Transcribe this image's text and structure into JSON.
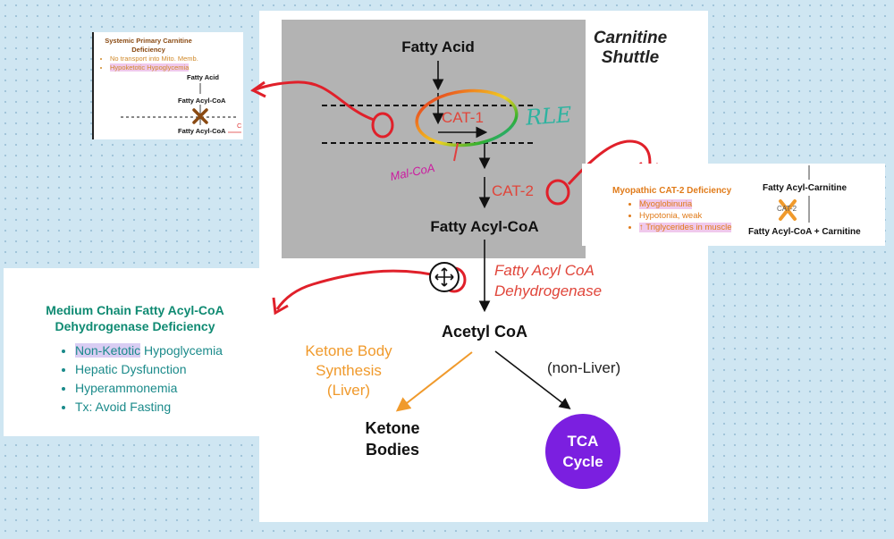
{
  "main": {
    "carnitine_title_1": "Carnitine",
    "carnitine_title_2": "Shuttle",
    "fatty_acid": "Fatty Acid",
    "cat1": "CAT-1",
    "cat2": "CAT-2",
    "fatty_acyl_coa": "Fatty Acyl-CoA",
    "enzyme_1": "Fatty Acyl CoA",
    "enzyme_2": "Dehydrogenase",
    "acetyl_coa": "Acetyl CoA",
    "ketone_synth_1": "Ketone Body",
    "ketone_synth_2": "Synthesis",
    "ketone_synth_3": "(Liver)",
    "non_liver": "(non-Liver)",
    "ketone_bodies_1": "Ketone",
    "ketone_bodies_2": "Bodies",
    "tca_1": "TCA",
    "tca_2": "Cycle"
  },
  "annotations": {
    "rle": "RLE",
    "malonyl": "Mal-CoA"
  },
  "thumb1": {
    "title_1": "Systemic Primary Carnitine",
    "title_2": "Deficiency",
    "bullet_1": "No transport into Mito. Memb.",
    "bullet_2": "Hypoketotic Hypoglycemia",
    "fatty_acid": "Fatty Acid",
    "fatty_acyl_coa_1": "Fatty Acyl-CoA",
    "fatty_acyl_coa_2": "Fatty Acyl-CoA",
    "cut_label": "C"
  },
  "thumb2": {
    "title": "Myopathic CAT-2 Deficiency",
    "bullet_1": "Myoglobinuria",
    "bullet_2": "Hypotonia, weak",
    "bullet_3": "↑ Triglycerides in muscle",
    "top": "Fatty Acyl-Carnitine",
    "cat2": "CAT-2",
    "bottom": "Fatty Acyl-CoA + Carnitine"
  },
  "thumb3": {
    "title_1": "Medium Chain Fatty Acyl-CoA",
    "title_2": "Dehydrogenase Deficiency",
    "bullet_1a": "Non-Ketotic",
    "bullet_1b": " Hypoglycemia",
    "bullet_2": "Hepatic Dysfunction",
    "bullet_3": "Hyperammonemia",
    "bullet_4": "Tx: Avoid Fasting"
  },
  "colors": {
    "red_annotation": "#e0202a",
    "enzyme_red": "#e0453a",
    "ketone_orange": "#f09a2c",
    "tca_purple": "#7b1fe0",
    "teal_title": "#0f8a72",
    "orange_title": "#e07b1a",
    "brown_title": "#8a4a12",
    "magenta_ink": "#cc1aa0"
  },
  "icons": {
    "move": "move-icon",
    "cross": "cross-icon"
  }
}
